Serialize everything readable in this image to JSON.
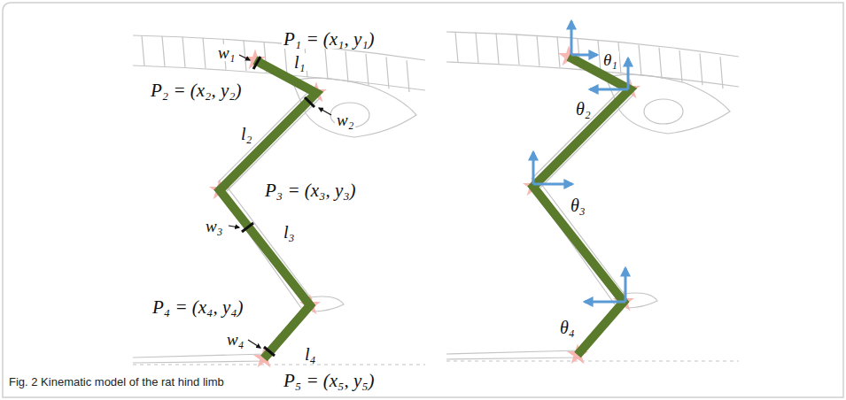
{
  "diagram": {
    "caption": "Fig. 2 Kinematic model of the rat hind limb",
    "labels": [
      "w₁",
      "P₁ = (x₁, y₁)",
      "l₁",
      "P₂ = (x₂, y₂)",
      "w₂",
      "l₂",
      "P₃ = (x₃, y₃)",
      "w₃",
      "l₃",
      "P₄ = (x₄, y₄)",
      "w₄",
      "l₄",
      "P₅ = (x₅, y₅)",
      "θ₁",
      "θ₂",
      "θ₃",
      "θ₄"
    ]
  }
}
